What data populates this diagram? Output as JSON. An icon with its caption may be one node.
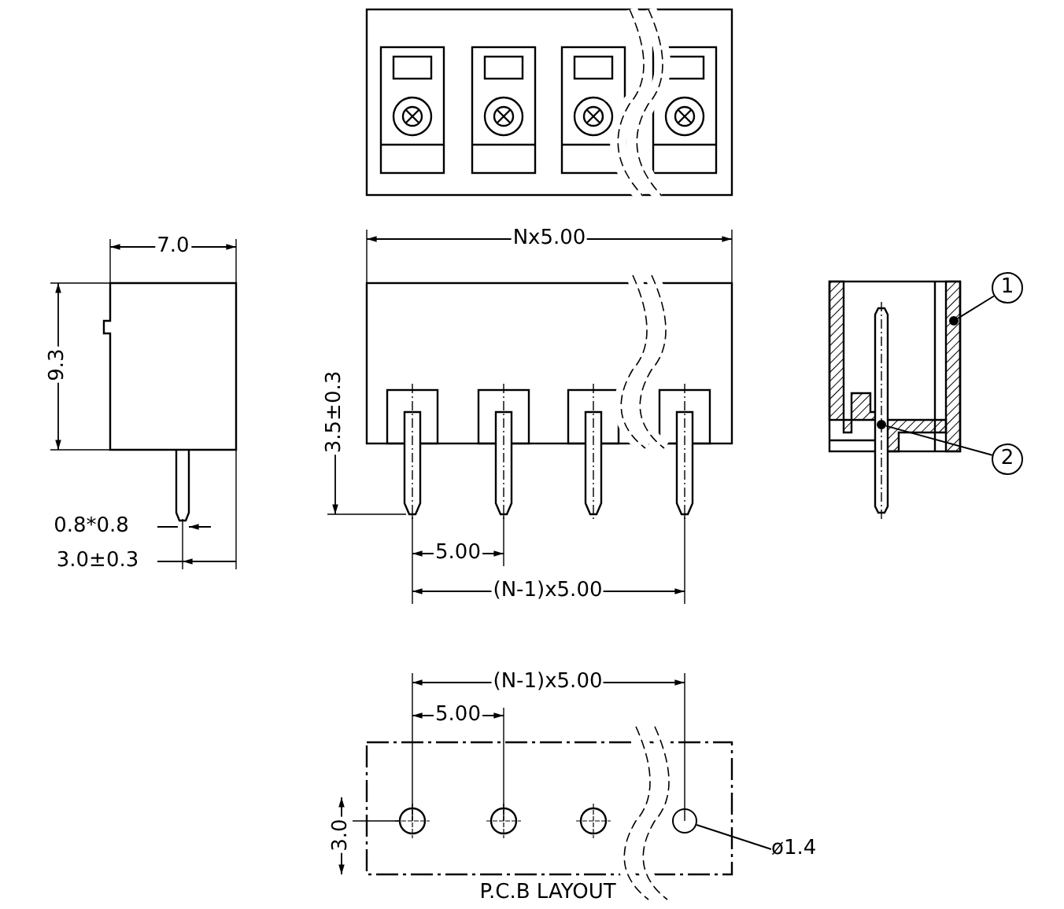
{
  "diagram": {
    "nodes": [
      {
        "text": [
          "1"
        ]
      },
      {
        "text": [],
        "shape": "circle"
      },
      {
        "text": [
          "2"
        ]
      },
      {
        "text": [],
        "shape": "circle"
      },
      {
        "text": [
          "ø1.4"
        ]
      },
      {
        "text": [],
        "shape": "circle"
      }
    ],
    "edges": [
      {
        "from": 0,
        "to": 1,
        "arrow": "none"
      },
      {
        "from": 2,
        "to": 3,
        "arrow": "none"
      },
      {
        "from": 4,
        "to": 5,
        "arrow": "none"
      }
    ],
    "labels": [
      "7.0",
      "9.3",
      "0.8*0.8",
      "3.0±0.3",
      "Nx5.00",
      "3.5±0.3",
      "5.00",
      "(N-1)x5.00",
      "(N-1)x5.00",
      "5.00",
      "3.0",
      "P.C.B LAYOUT"
    ]
  }
}
